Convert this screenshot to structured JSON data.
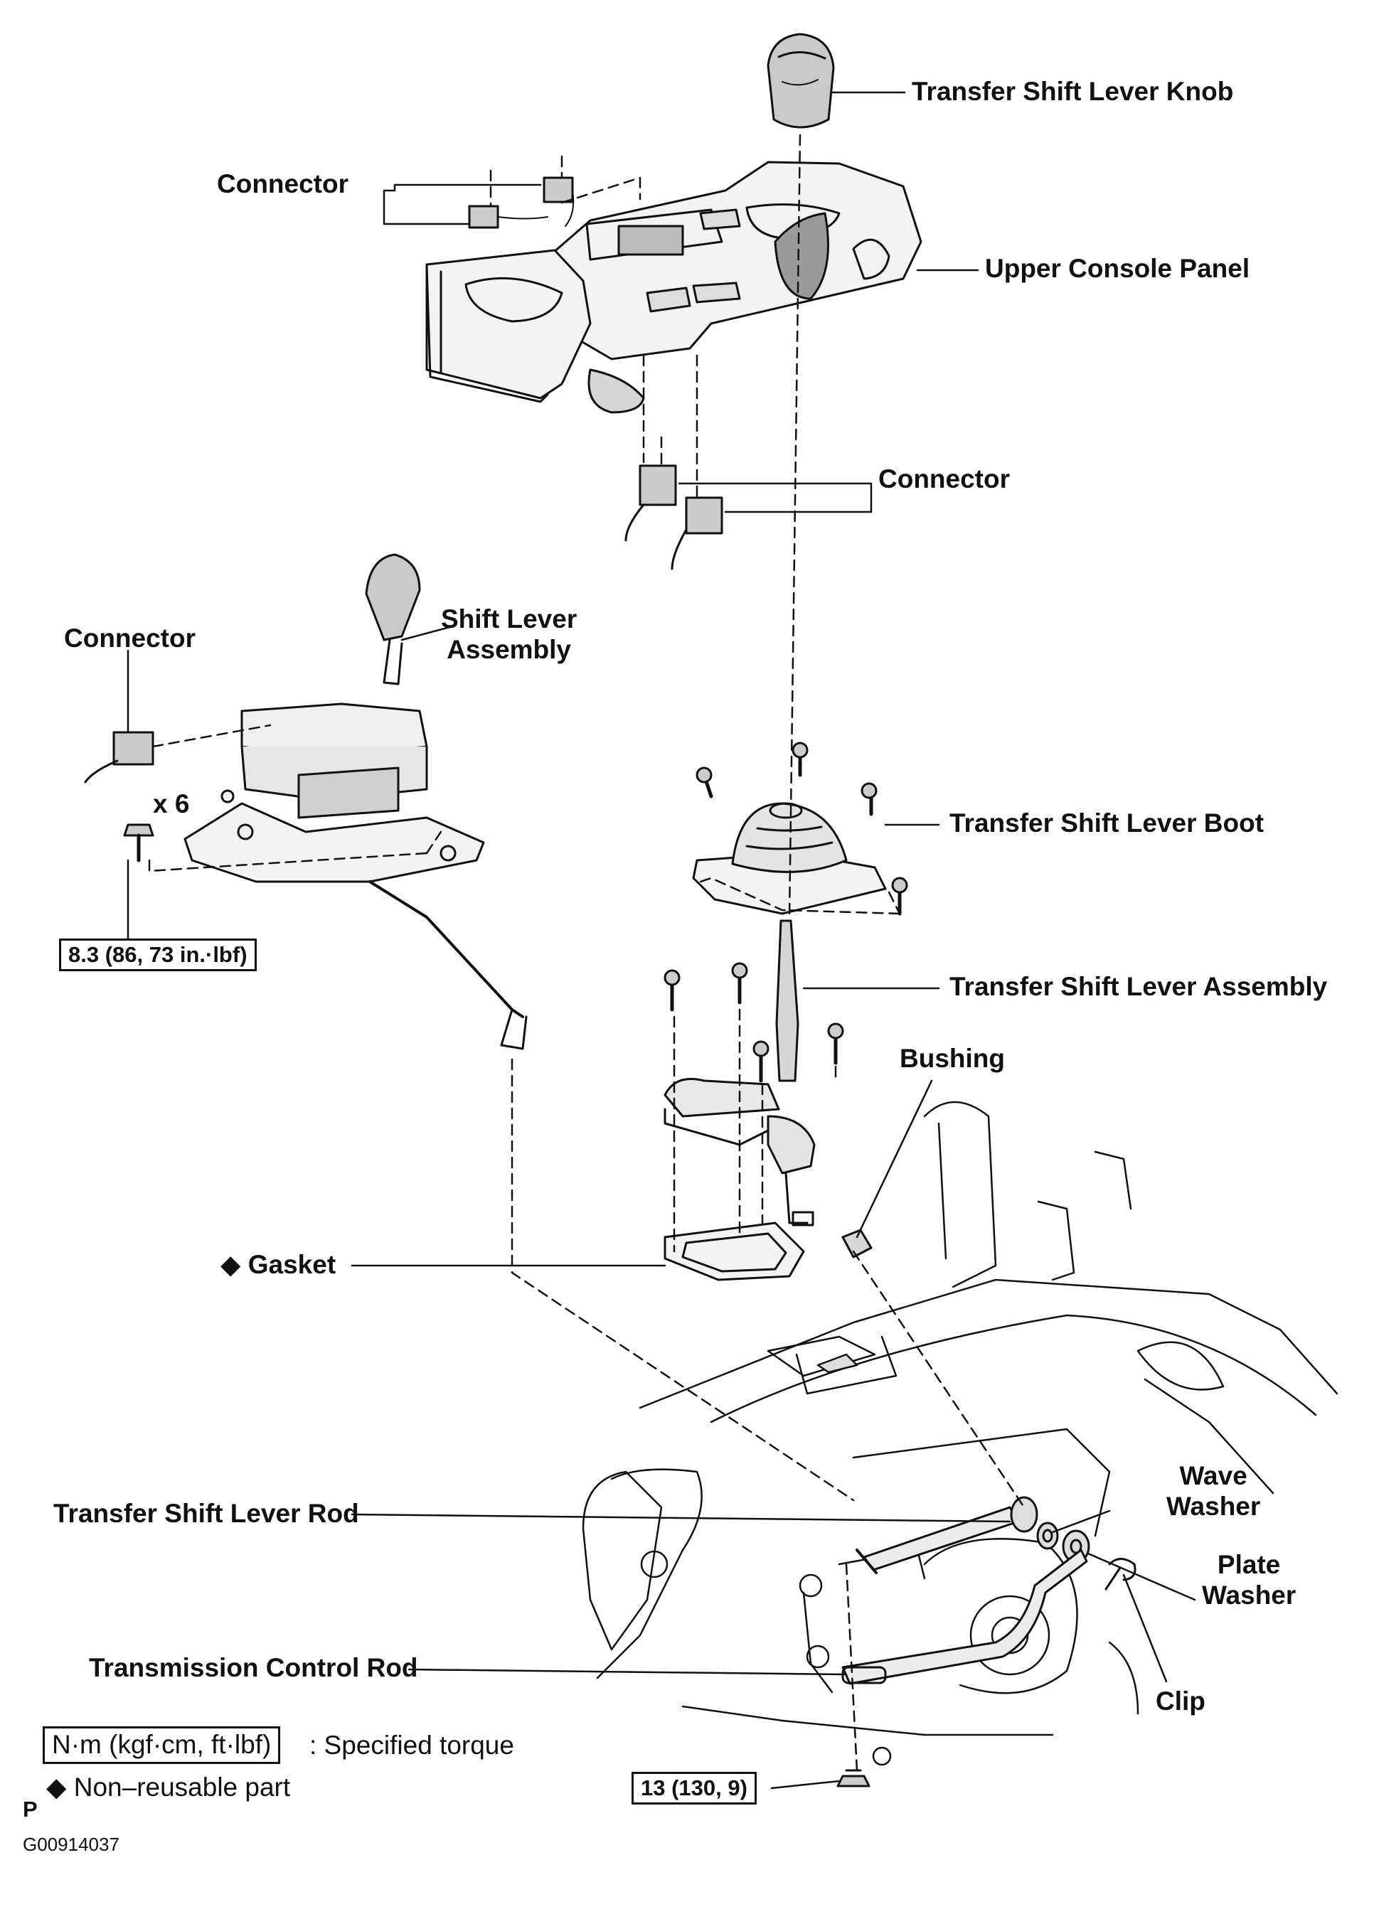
{
  "labels": {
    "transfer_shift_lever_knob": "Transfer Shift Lever Knob",
    "connector_top": "Connector",
    "upper_console_panel": "Upper Console Panel",
    "connector_middle": "Connector",
    "connector_left": "Connector",
    "shift_lever_assembly": "Shift Lever\nAssembly",
    "x6": "x 6",
    "torque_left": "8.3 (86, 73 in.·lbf)",
    "transfer_shift_lever_boot": "Transfer Shift Lever Boot",
    "transfer_shift_lever_assembly": "Transfer Shift Lever Assembly",
    "bushing": "Bushing",
    "gasket": "◆ Gasket",
    "wave_washer": "Wave\nWasher",
    "transfer_shift_lever_rod": "Transfer Shift Lever Rod",
    "plate_washer": "Plate\nWasher",
    "transmission_control_rod": "Transmission Control Rod",
    "clip": "Clip",
    "torque_bottom": "13 (130, 9)"
  },
  "legend": {
    "torque_unit": "N·m (kgf·cm, ft·lbf)",
    "torque_desc": ": Specified torque",
    "nonreusable": "◆ Non–reusable part"
  },
  "footer": {
    "page_letter": "P",
    "figure_code": "G00914037"
  }
}
